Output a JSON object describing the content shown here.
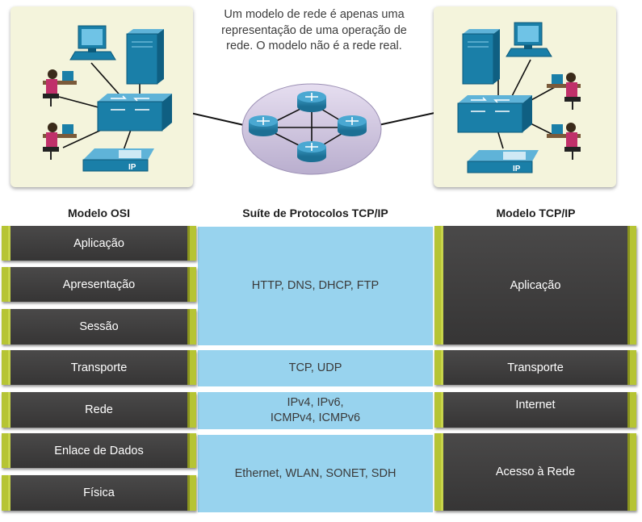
{
  "caption": "Um modelo de rede é apenas uma\nrepresentação de uma operação de\nrede. O modelo não é a rede real.",
  "headers": {
    "osi": "Modelo OSI",
    "suite": "Suíte de Protocolos TCP/IP",
    "tcpip": "Modelo TCP/IP"
  },
  "osi_layers": [
    "Aplicação",
    "Apresentação",
    "Sessão",
    "Transporte",
    "Rede",
    "Enlace de Dados",
    "Física"
  ],
  "protocols": {
    "app": "HTTP, DNS, DHCP, FTP",
    "transport": "TCP, UDP",
    "network": "IPv4, IPv6,\nICMPv4, ICMPv6",
    "link": "Ethernet, WLAN, SONET, SDH"
  },
  "tcpip_layers": {
    "app": "Aplicação",
    "transport": "Transporte",
    "internet": "Internet",
    "access": "Acesso à Rede"
  },
  "phone_label": "IP",
  "colors": {
    "layer_bg": "#3b3a3a",
    "accent_bar": "#b6c434",
    "protocol_bg": "#98d3ee",
    "panel_bg": "#f4f4dc",
    "device_blue": "#1a7fa8"
  },
  "icons": [
    "computer-icon",
    "server-icon",
    "switch-icon",
    "ip-phone-icon",
    "person-at-desk-icon",
    "router-icon"
  ]
}
